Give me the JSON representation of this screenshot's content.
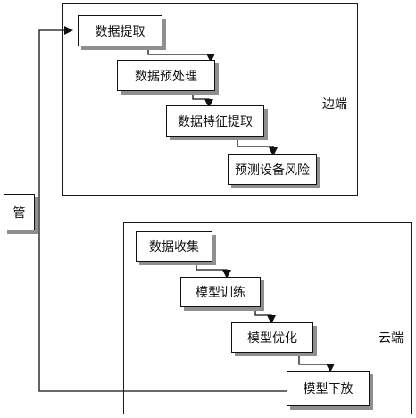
{
  "edge": {
    "label": "边端",
    "steps": [
      "数据提取",
      "数据预处理",
      "数据特征提取",
      "预测设备风险"
    ]
  },
  "cloud": {
    "label": "云端",
    "steps": [
      "数据收集",
      "模型训练",
      "模型优化",
      "模型下放"
    ]
  },
  "manage": {
    "label": "管"
  }
}
